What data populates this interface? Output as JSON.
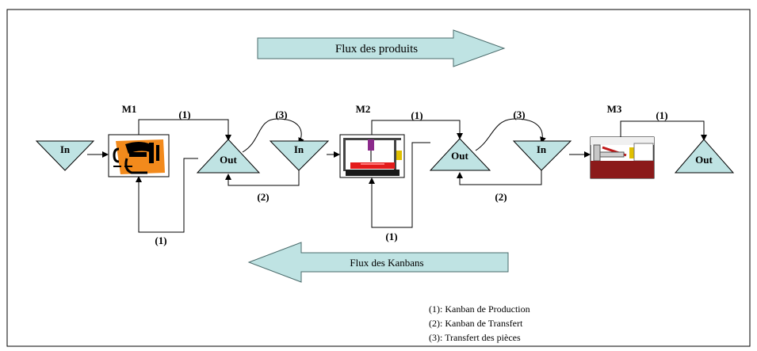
{
  "arrows": {
    "products_flow": "Flux des produits",
    "kanban_flow": "Flux des Kanbans"
  },
  "machines": {
    "m1": "M1",
    "m2": "M2",
    "m3": "M3"
  },
  "stocks": {
    "in1": "In",
    "out1": "Out",
    "in2": "In",
    "out2": "Out",
    "in3": "In",
    "out3": "Out"
  },
  "links": {
    "m1_top": "(1)",
    "m1_bottom": "(1)",
    "loop1": "(3)",
    "return1": "(2)",
    "m2_top": "(1)",
    "m2_bottom": "(1)",
    "loop2": "(3)",
    "return2": "(2)",
    "m3_top": "(1)"
  },
  "legend": {
    "line1": "(1): Kanban de Production",
    "line2": "(2): Kanban de Transfert",
    "line3": "(3): Transfert des pièces"
  },
  "colors": {
    "shape_fill": "#bfe3e3",
    "stroke": "#000000",
    "m1_orange": "#f28a1c",
    "m2_red": "#e31b1b",
    "m3_dark_red": "#8b1a1a"
  }
}
